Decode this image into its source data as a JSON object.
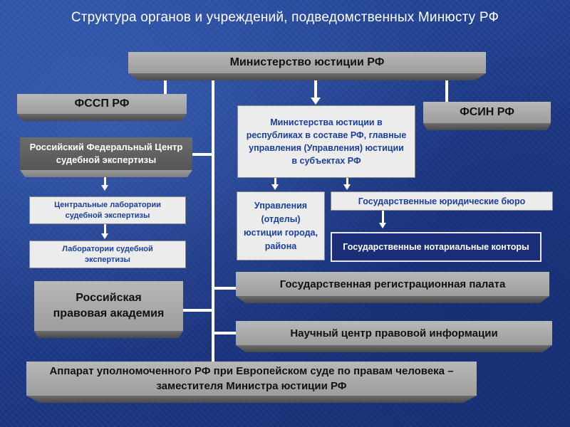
{
  "title": "Структура органов и учреждений, подведомственных Минюсту РФ",
  "boxes": {
    "ministry": "Министерство юстиции РФ",
    "fssp": "ФССП РФ",
    "fsin": "ФСИН РФ",
    "rfcse": "Российский Федеральный Центр судебной экспертизы",
    "central_labs": "Центральные лаборатории судебной экспертизы",
    "labs": "Лаборатории судебной экспертизы",
    "regional_ministries": "Министерства юстиции в республиках в составе РФ, главные управления (Управления) юстиции в субъектах РФ",
    "city_departments": "Управления (отделы) юстиции города, района",
    "legal_bureaus": "Государственные юридические бюро",
    "notary_offices": "Государственные нотариальные конторы",
    "academy": "Российская правовая академия",
    "registration_chamber": "Государственная регистрационная палата",
    "legal_info_center": "Научный центр правовой информации",
    "ombudsman": "Аппарат уполномоченного РФ при Европейском суде по правам человека – заместителя Министра юстиции РФ"
  },
  "colors": {
    "background": "#1f3f8c",
    "gray_box": "#a9a9a9",
    "dark_box": "#606060",
    "light_box": "#ececec",
    "navy_box": "#1b2f78",
    "connector": "#ffffff"
  }
}
